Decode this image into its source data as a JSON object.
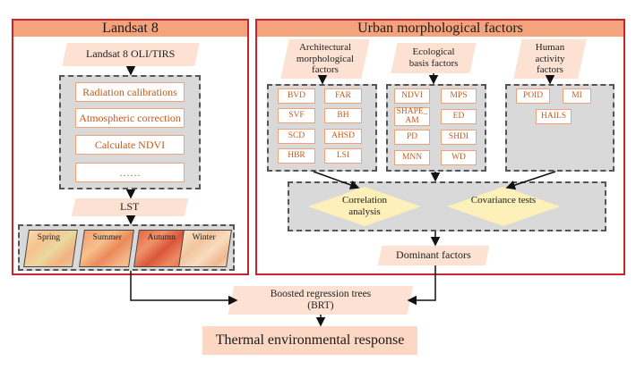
{
  "left_panel": {
    "title": "Landsat 8",
    "source": "Landsat 8 OLI/TIRS",
    "steps": [
      "Radiation calibrations",
      "Atmospheric correction",
      "Calculate NDVI",
      "……"
    ],
    "lst": "LST",
    "seasons": [
      "Spring",
      "Summer",
      "Autumn",
      "Winter"
    ]
  },
  "right_panel": {
    "title": "Urban morphological factors",
    "groups": [
      {
        "label": "Architectural morphological factors",
        "items": [
          "BVD",
          "FAR",
          "SVF",
          "BH",
          "SCD",
          "AHSD",
          "HBR",
          "LSI"
        ]
      },
      {
        "label": "Ecological basis factors",
        "items": [
          "NDVI",
          "MPS",
          "SHAPE_AM",
          "ED",
          "PD",
          "SHDI",
          "MNN",
          "WD"
        ]
      },
      {
        "label": "Human activity factors",
        "items": [
          "POID",
          "MI",
          "HAILS"
        ]
      }
    ],
    "analysis": [
      "Correlation analysis",
      "Covariance tests"
    ],
    "dominant": "Dominant factors"
  },
  "brt": "Boosted regression trees (BRT)",
  "output": "Thermal environmental response",
  "colors": {
    "panel_border": "#c8252b",
    "title_fill": "#f4a37c",
    "step_border": "#f0a276",
    "step_text": "#c35a1d",
    "para_fill": "#fde1d2",
    "diamond": "#fdf0b8"
  }
}
